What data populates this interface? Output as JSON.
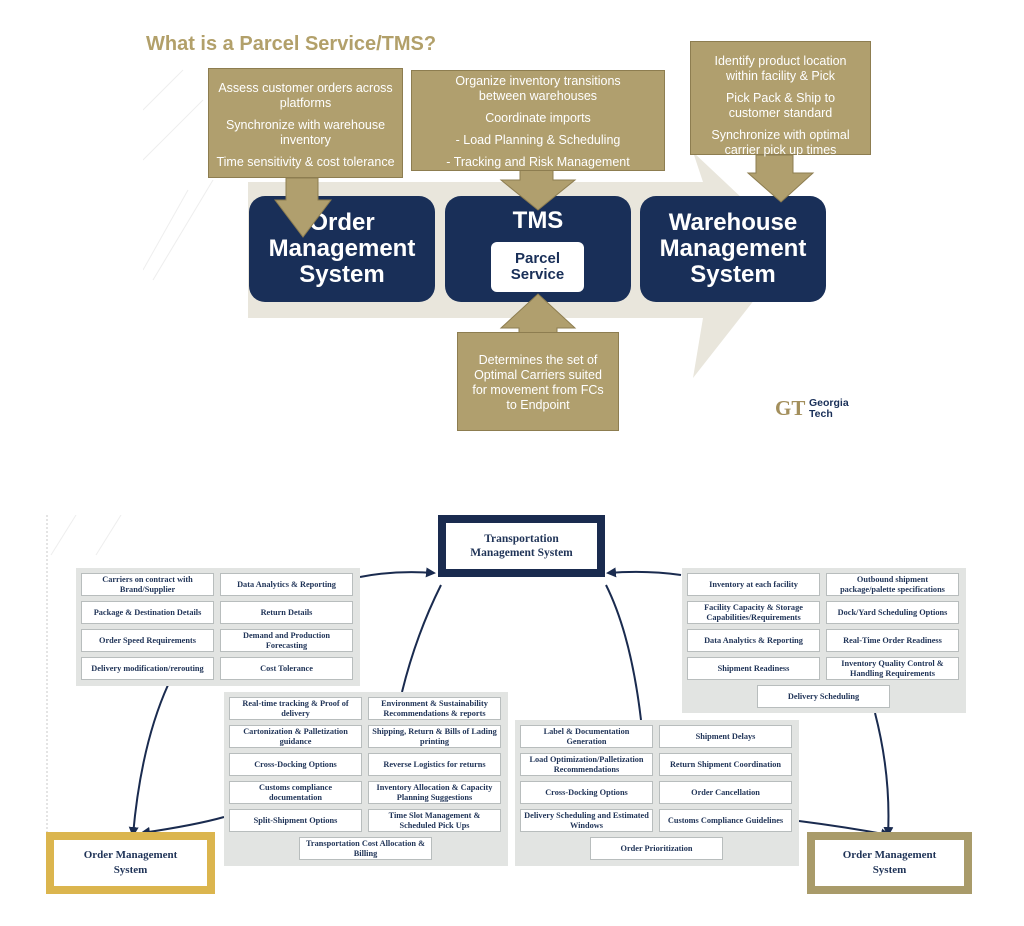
{
  "slide1": {
    "title": "What is a Parcel Service/TMS?",
    "boxes": {
      "oms_callout": [
        "Assess customer orders across platforms",
        "Synchronize with warehouse inventory",
        "Time sensitivity & cost tolerance"
      ],
      "tms_callout": [
        "Organize inventory transitions between warehouses",
        "Coordinate imports",
        "- Load Planning & Scheduling",
        "- Tracking and Risk Management"
      ],
      "wms_callout": [
        "Identify product location within facility & Pick",
        "Pick Pack & Ship to customer standard",
        "Synchronize with optimal carrier pick up times"
      ],
      "parcel_callout": [
        "Determines the set of Optimal Carriers suited for movement from FCs to Endpoint"
      ]
    },
    "oms_block": [
      "Order",
      "Management",
      "System"
    ],
    "tms_block": "TMS",
    "parcel_block": [
      "Parcel",
      "Service"
    ],
    "wms_block": [
      "Warehouse",
      "Management",
      "System"
    ],
    "logo": {
      "mark": "GT",
      "line1": "Georgia",
      "line2": "Tech"
    },
    "colors": {
      "gold": "#b09f6e",
      "navy": "#192f58",
      "title_gold": "#b2a06a",
      "band": "#e9e6dc"
    }
  },
  "slide2": {
    "tms_title": [
      "Transportation",
      "Management System"
    ],
    "oms_left": [
      "Order Management",
      "System"
    ],
    "oms_right": [
      "Order Management",
      "System"
    ],
    "left_panel": [
      "Carriers on contract with Brand/Supplier",
      "Data Analytics & Reporting",
      "Package & Destination Details",
      "Return Details",
      "Order Speed Requirements",
      "Demand and Production Forecasting",
      "Delivery modification/rerouting",
      "Cost Tolerance"
    ],
    "right_panel": [
      "Inventory at each facility",
      "Outbound shipment package/palette specifications",
      "Facility Capacity & Storage Capabilities/Requirements",
      "Dock/Yard Scheduling Options",
      "Data Analytics & Reporting",
      "Real-Time Order Readiness",
      "Shipment Readiness",
      "Inventory Quality Control & Handling Requirements",
      "Delivery Scheduling"
    ],
    "mid_left_panel": [
      "Real-time tracking & Proof of delivery",
      "Environment & Sustainability Recommendations & reports",
      "Cartonization & Palletization guidance",
      "Shipping, Return & Bills of Lading printing",
      "Cross-Docking Options",
      "Reverse Logistics for returns",
      "Customs compliance documentation",
      "Inventory Allocation  & Capacity Planning Suggestions",
      "Split-Shipment Options",
      "Time Slot Management & Scheduled Pick Ups",
      "Transportation Cost Allocation & Billing"
    ],
    "mid_right_panel": [
      "Label & Documentation Generation",
      "Shipment Delays",
      "Load Optimization/Palletization Recommendations",
      "Return Shipment Coordination",
      "Cross-Docking Options",
      "Order Cancellation",
      "Delivery Scheduling and Estimated Windows",
      "Customs Compliance Guidelines",
      "Order Prioritization"
    ],
    "colors": {
      "navy": "#1a2b4f",
      "oms_left_border": "#dbb54e",
      "oms_right_border": "#a99b6a",
      "panel": "#e2e4e2"
    }
  }
}
